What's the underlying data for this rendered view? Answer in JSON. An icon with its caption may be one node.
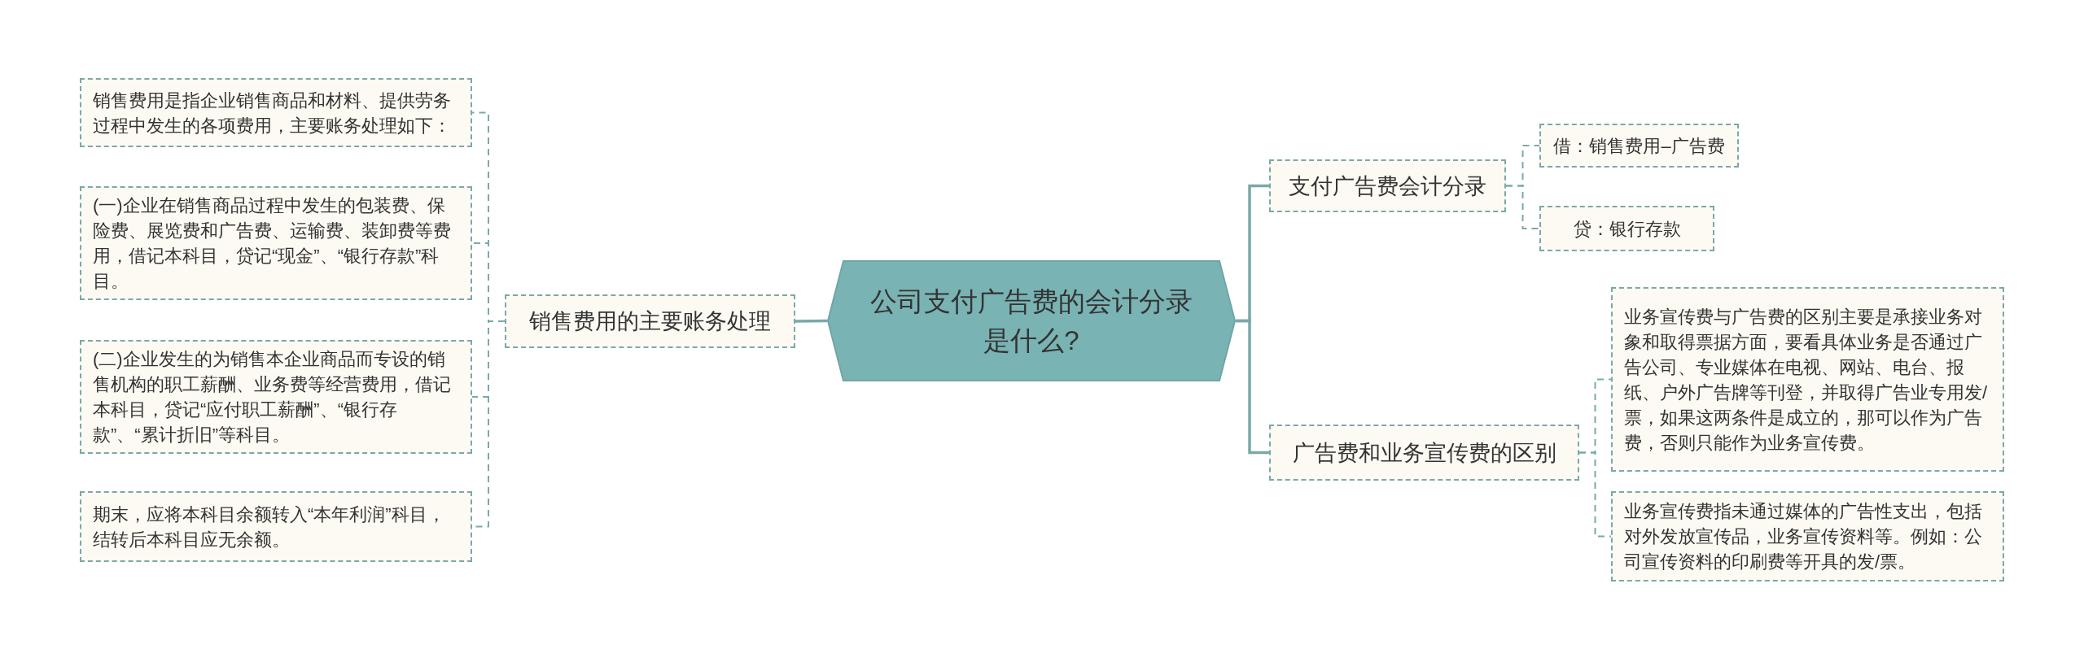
{
  "diagram": {
    "nodes": [
      {
        "text": [
          "公司支付广告费的会计分录是什么?"
        ]
      },
      {
        "text": [
          "销售费用的主要账务处理"
        ]
      },
      {
        "text": [
          "销售费用是指企业销售商品和材料、提供劳务过程中发生的各项费用，主要账务处理如下："
        ]
      },
      {
        "text": [
          "(一)企业在销售商品过程中发生的包装费、保险费、展览费和广告费、运输费、装卸费等费用，借记本科目，贷记“现金”、“银行存款”科目。"
        ]
      },
      {
        "text": [
          "(二)企业发生的为销售本企业商品而专设的销售机构的职工薪酬、业务费等经营费用，借记本科目，贷记“应付职工薪酬”、“银行存款”、“累计折旧”等科目。"
        ]
      },
      {
        "text": [
          "期末，应将本科目余额转入“本年利润”科目，结转后本科目应无余额。"
        ]
      },
      {
        "text": [
          "支付广告费会计分录"
        ]
      },
      {
        "text": [
          "借：销售费用–广告费"
        ]
      },
      {
        "text": [
          "贷：银行存款"
        ]
      },
      {
        "text": [
          "广告费和业务宣传费的区别"
        ]
      },
      {
        "text": [
          "业务宣传费与广告费的区别主要是承接业务对象和取得票据方面，要看具体业务是否通过广告公司、专业媒体在电视、网站、电台、报纸、户外广告牌等刊登，并取得广告业专用发/票，如果这两条件是成立的，那可以作为广告费，否则只能作为业务宣传费。"
        ]
      },
      {
        "text": [
          "业务宣传费指未通过媒体的广告性支出，包括对外发放宣传品，业务宣传资料等。例如：公司宣传资料的印刷费等开具的发/票。"
        ]
      }
    ],
    "edges": [
      {
        "from": 0,
        "to": 1,
        "arrow": "none"
      },
      {
        "from": 1,
        "to": 2,
        "arrow": "none",
        "style": "dashed"
      },
      {
        "from": 1,
        "to": 3,
        "arrow": "none",
        "style": "dashed"
      },
      {
        "from": 1,
        "to": 4,
        "arrow": "none",
        "style": "dashed"
      },
      {
        "from": 1,
        "to": 5,
        "arrow": "none",
        "style": "dashed"
      },
      {
        "from": 0,
        "to": 6,
        "arrow": "none"
      },
      {
        "from": 6,
        "to": 7,
        "arrow": "none",
        "style": "dashed"
      },
      {
        "from": 6,
        "to": 8,
        "arrow": "none",
        "style": "dashed"
      },
      {
        "from": 0,
        "to": 9,
        "arrow": "none"
      },
      {
        "from": 9,
        "to": 10,
        "arrow": "none",
        "style": "dashed"
      },
      {
        "from": 9,
        "to": 11,
        "arrow": "none",
        "style": "dashed"
      }
    ]
  }
}
